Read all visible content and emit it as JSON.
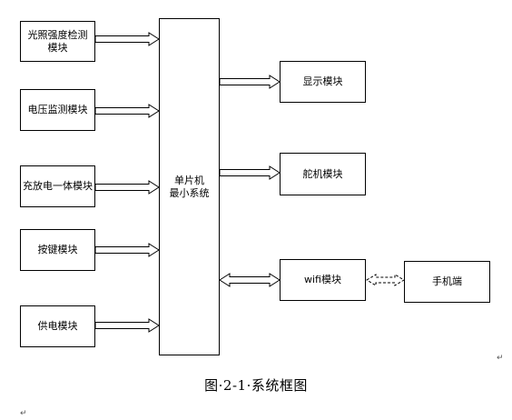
{
  "diagram": {
    "left_modules": [
      {
        "line1": "光照强度检测",
        "line2": "模块"
      },
      {
        "line1": "电压监测模块",
        "line2": ""
      },
      {
        "line1": "充放电一体模块",
        "line2": ""
      },
      {
        "line1": "按键模块",
        "line2": ""
      },
      {
        "line1": "供电模块",
        "line2": ""
      }
    ],
    "mcu": {
      "line1": "单片机",
      "line2": "最小系统"
    },
    "right_modules": [
      {
        "label": "显示模块"
      },
      {
        "label": "舵机模块"
      },
      {
        "label": "wifi模块"
      }
    ],
    "phone": {
      "label": "手机端"
    }
  },
  "caption": "图·2-1·系统框图",
  "paragraph_mark": "↵"
}
